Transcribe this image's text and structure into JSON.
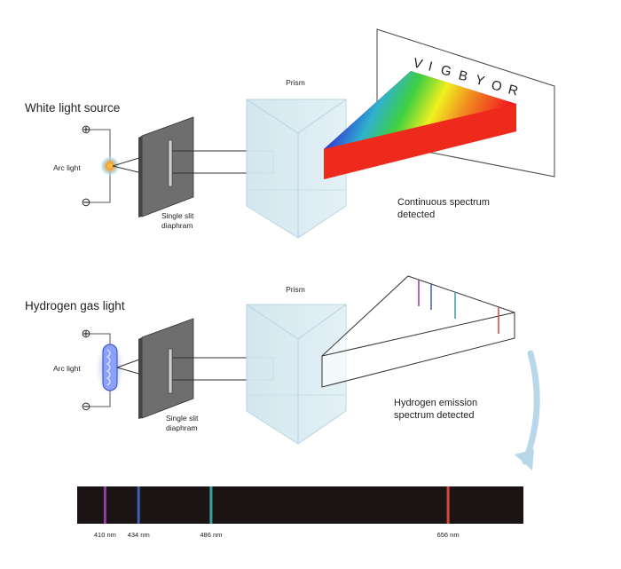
{
  "top": {
    "title": "White light source",
    "plus": "⊕",
    "minus": "⊖",
    "source_label": "Arc light",
    "slit_label_1": "Single slit",
    "slit_label_2": "diaphram",
    "prism_label": "Prism",
    "colors_letters": [
      "V",
      "I",
      "G",
      "B",
      "Y",
      "O",
      "R"
    ],
    "result_1": "Continuous spectrum",
    "result_2": "detected"
  },
  "bottom": {
    "title": "Hydrogen gas light",
    "plus": "⊕",
    "minus": "⊖",
    "source_label": "Arc light",
    "slit_label_1": "Single slit",
    "slit_label_2": "diaphram",
    "prism_label": "Prism",
    "result_1": "Hydrogen emission",
    "result_2": "spectrum detected"
  },
  "spectrum_lines": [
    {
      "label": "410 nm",
      "wavelength": 410,
      "color": "#8e3fa0"
    },
    {
      "label": "434 nm",
      "wavelength": 434,
      "color": "#3f5fb0"
    },
    {
      "label": "486 nm",
      "wavelength": 486,
      "color": "#3aa0a0"
    },
    {
      "label": "656 nm",
      "wavelength": 656,
      "color": "#d5473d"
    }
  ]
}
